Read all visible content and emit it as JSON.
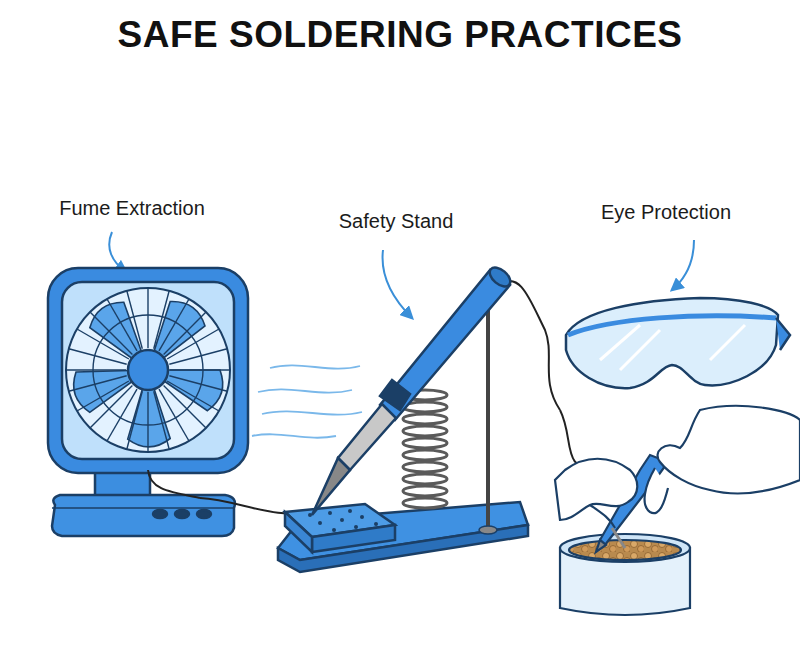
{
  "diagram": {
    "title": "SAFE SOLDERING PRACTICES",
    "labels": [
      "Fume Extraction",
      "Safety Stand",
      "Eye Protection"
    ]
  }
}
